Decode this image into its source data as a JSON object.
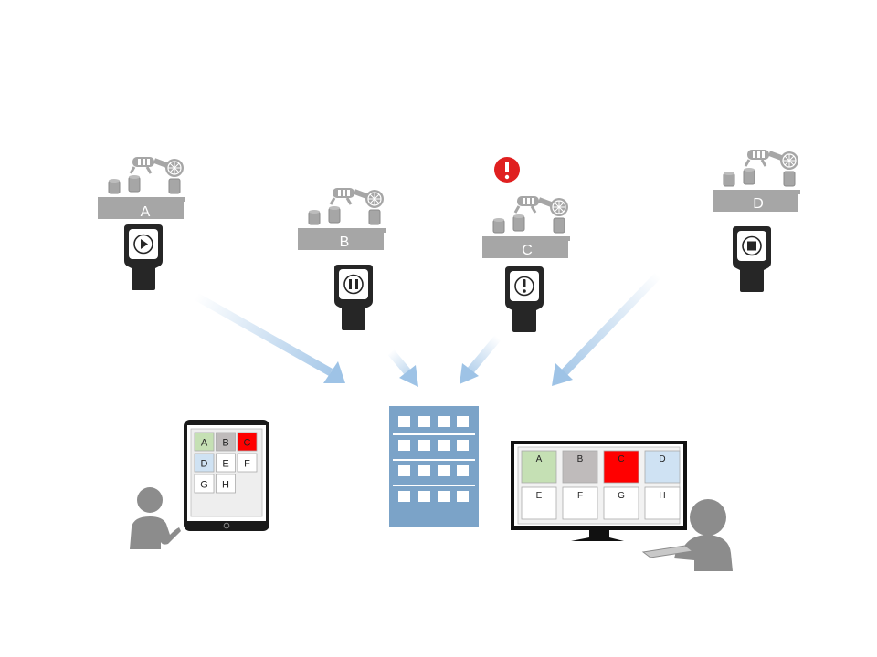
{
  "colors": {
    "machine_gray": "#a6a6a6",
    "handheld": "#262626",
    "alert_red": "#e02020",
    "arrow_blue": "#9ec3e6",
    "building_blue": "#7ba3c8",
    "person_gray": "#8c8c8c",
    "tile_green": "#c5e0b4",
    "tile_gray": "#bfbbbb",
    "tile_red": "#ff0000",
    "tile_blue": "#cfe2f3"
  },
  "machines": [
    {
      "label": "A",
      "status_icon": "play-icon"
    },
    {
      "label": "B",
      "status_icon": "pause-icon"
    },
    {
      "label": "C",
      "status_icon": "alert-icon",
      "alert": true
    },
    {
      "label": "D",
      "status_icon": "stop-icon"
    }
  ],
  "tablet": {
    "tiles": [
      {
        "label": "A",
        "color": "#c5e0b4"
      },
      {
        "label": "B",
        "color": "#bfbbbb"
      },
      {
        "label": "C",
        "color": "#ff0000"
      },
      {
        "label": "D",
        "color": "#cfe2f3"
      },
      {
        "label": "E",
        "color": "#ffffff"
      },
      {
        "label": "F",
        "color": "#ffffff"
      },
      {
        "label": "G",
        "color": "#ffffff"
      },
      {
        "label": "H",
        "color": "#ffffff"
      }
    ]
  },
  "monitor": {
    "tiles": [
      {
        "label": "A",
        "color": "#c5e0b4"
      },
      {
        "label": "B",
        "color": "#bfbbbb"
      },
      {
        "label": "C",
        "color": "#ff0000"
      },
      {
        "label": "D",
        "color": "#cfe2f3"
      },
      {
        "label": "E",
        "color": "#ffffff"
      },
      {
        "label": "F",
        "color": "#ffffff"
      },
      {
        "label": "G",
        "color": "#ffffff"
      },
      {
        "label": "H",
        "color": "#ffffff"
      }
    ]
  }
}
